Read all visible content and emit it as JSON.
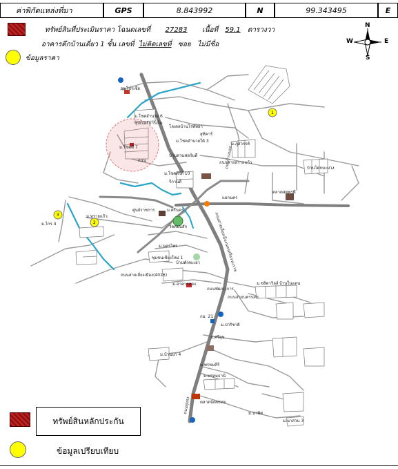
{
  "header": {
    "label": "ค่าพิกัดแหล่งที่มา",
    "gps": "GPS",
    "latitude": "8.843992",
    "n": "N",
    "longitude": "99.343495",
    "e": "E"
  },
  "info": {
    "line1_prefix": "ทรัพย์สินที่ประเมินราคา โฉนดเลขที่",
    "deed_no": "27283",
    "area_label": "เนื้อที่",
    "area_value": "59.1",
    "area_unit": "ตารางวา",
    "line2_prefix": "อาคารตึกบ้านเดี่ยว 1 ชั้น  เลขที่",
    "house_no": "ไม่ติดเลขที่",
    "soi_label": "ซอย",
    "soi_value": "ไม่มีชื่อ",
    "price_info_label": "ข้อมูลราคา"
  },
  "compass": {
    "n": "N",
    "s": "S",
    "e": "E",
    "w": "W"
  },
  "map": {
    "labels": {
      "l01": "ชุมโปรเซีย",
      "l02": "ม.โชคอำนวย 6",
      "l03": "ซุปเปอร์มาร์เก็ต",
      "l04": "โลเตลบ้านไร่พัทยา",
      "l05": "สุทิคาร์",
      "l06": "ม.โชคอำนวยใต้ 3",
      "l07": "ม.โชคดี 7",
      "l08": "ถนน",
      "l09": "บ้านสวนฟอร์มดี",
      "l10": "ม.ภูสวรรค์",
      "l11": "บ้านโคกมะม่วง",
      "l12": "ตลาดสดพรุพี",
      "l13": "ถนนสายทรายแก้ว",
      "l14": "ม.โชคดีใต้ 10",
      "l15": "รีกานดี",
      "l16": "แยกนคร",
      "l17": "ถนนบ้านนอก",
      "l18": "ถนนสายเลี่ยงเมืองนครศรีธรรมราช",
      "l19": "ศูนย์ราชการ",
      "l20": "ม.ศรีนคร",
      "l21": "วัดดอนสัก",
      "l22": "ม.ไกร 4",
      "l23": "ม.ทรายแก้ว",
      "l24": "ม.นครไพร",
      "l25": "ชุมชนเชียงใหม่ 1",
      "l26": "บ้านพักพะเยา",
      "l27": "ถนนสายเลี่ยงเมือง(4016)",
      "l28": "ม.อาคารทอง",
      "l29": "ถนนพัฒนาการ",
      "l30": "ม.ชลิตาวิลล์",
      "l31": "บ้านในแดน",
      "l32": "ถนนสายนครนคร",
      "l33": "กม. 21",
      "l34": "ม.ปาริชาติ",
      "l35": "ม.ศรีสุข",
      "l36": "ม.พรหมคีรี",
      "l37": "ม.พรหมธานี",
      "l38": "ตลาดนัดพรหม",
      "l39": "ม.นาพิศ",
      "l40": "ม.นาสวน 3",
      "l41": "ถนนทุ่งสง",
      "l42": "ม.บ้านนา 4"
    },
    "markers": {
      "m1": "1",
      "m2": "2",
      "m3": "3"
    }
  },
  "legend": {
    "collateral": "ทรัพย์สินหลักประกัน",
    "comparison": "ข้อมูลเปรียบเทียบ"
  },
  "colors": {
    "road": "#8a8a8a",
    "river": "#2aa4c8",
    "marker": "#ffff00",
    "subject": "#b71c1c",
    "buffer": "#e57373"
  }
}
